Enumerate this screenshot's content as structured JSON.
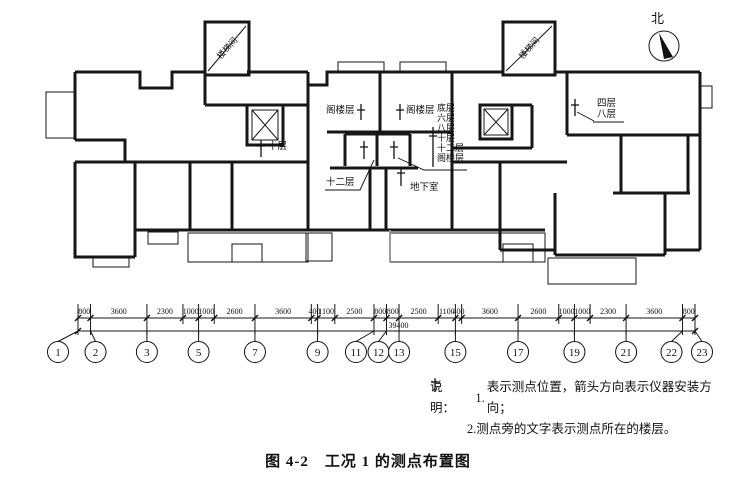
{
  "north": {
    "label": "北"
  },
  "plan_labels": {
    "stair_left": "楼梯间",
    "stair_right": "楼梯间",
    "attic_left": "阁楼层",
    "attic_right": "阁楼层",
    "floor10": "十层",
    "floor12": "十二层",
    "basement": "地下室",
    "stack": [
      "底层",
      "六层",
      "八层",
      "十层",
      "十二层",
      "阁楼层"
    ],
    "right_point": [
      "四层",
      "八层"
    ]
  },
  "dimensions": {
    "segments": [
      800,
      3600,
      2300,
      1000,
      1000,
      2600,
      3600,
      400,
      1100,
      2500,
      800,
      800,
      2500,
      1100,
      400,
      3600,
      2600,
      1000,
      1000,
      2300,
      3600,
      800
    ],
    "total": "39400",
    "axes": [
      {
        "label": "1",
        "mm": 0
      },
      {
        "label": "2",
        "mm": 800
      },
      {
        "label": "3",
        "mm": 4400
      },
      {
        "label": "5",
        "mm": 7700
      },
      {
        "label": "7",
        "mm": 11300
      },
      {
        "label": "9",
        "mm": 15300
      },
      {
        "label": "11",
        "mm": 18900
      },
      {
        "label": "12",
        "mm": 19700
      },
      {
        "label": "13",
        "mm": 20500
      },
      {
        "label": "15",
        "mm": 24100
      },
      {
        "label": "17",
        "mm": 28100
      },
      {
        "label": "19",
        "mm": 31700
      },
      {
        "label": "21",
        "mm": 35000
      },
      {
        "label": "22",
        "mm": 38600
      },
      {
        "label": "23",
        "mm": 39400
      }
    ]
  },
  "legend": {
    "title": "说明：",
    "item1_num": "1.",
    "item1_text": "表示测点位置，箭头方向表示仪器安装方向；",
    "item2": "2.测点旁的文字表示测点所在的楼层。"
  },
  "caption": "图 4-2　工况 1 的测点布置图"
}
